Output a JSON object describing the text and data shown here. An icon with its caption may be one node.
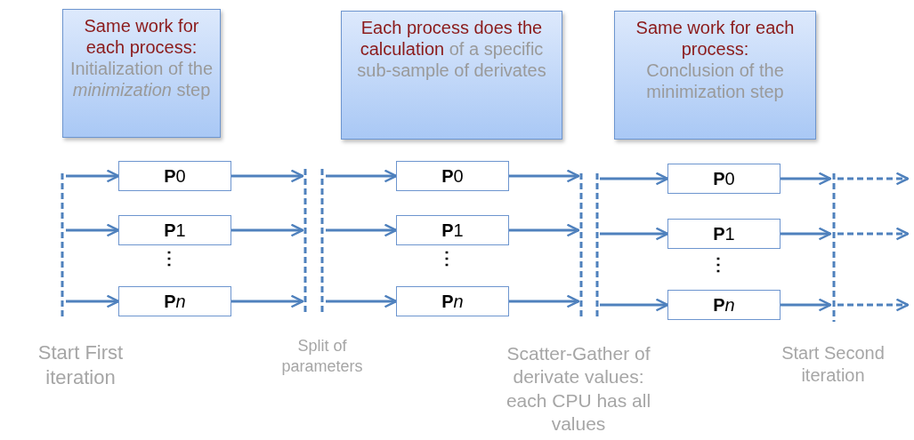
{
  "diagram": {
    "nodes": [
      {
        "text": [
          "Same work for each process:",
          "Initialization of the *minimization* step"
        ]
      },
      {
        "text": [
          "Each process does the calculation",
          "of a specific sub-sample of derivates"
        ]
      },
      {
        "text": [
          "Same work for each process:",
          "Conclusion of the minimization step"
        ]
      },
      {
        "text": [],
        "shape": "bar",
        "beside": [
          "Start First iteration"
        ]
      },
      {
        "text": [
          "P0"
        ]
      },
      {
        "text": [
          "P1"
        ]
      },
      {
        "text": [
          "Pn"
        ]
      },
      {
        "text": [],
        "shape": "bar",
        "beside": [
          "Split of parameters"
        ]
      },
      {
        "text": [
          "P0"
        ]
      },
      {
        "text": [
          "P1"
        ]
      },
      {
        "text": [
          "Pn"
        ]
      },
      {
        "text": [],
        "shape": "bar",
        "beside": [
          "Scatter-Gather of derivate values: each CPU has all values"
        ]
      },
      {
        "text": [
          "P0"
        ]
      },
      {
        "text": [
          "P1"
        ]
      },
      {
        "text": [
          "Pn"
        ]
      },
      {
        "text": [],
        "shape": "bar",
        "beside": [
          "Start Second iteration"
        ]
      }
    ],
    "edges": [
      {
        "from": 3,
        "to": 4,
        "arrow": "to"
      },
      {
        "from": 3,
        "to": 5,
        "arrow": "to"
      },
      {
        "from": 3,
        "to": 6,
        "arrow": "to"
      },
      {
        "from": 4,
        "to": 7,
        "arrow": "to"
      },
      {
        "from": 5,
        "to": 7,
        "arrow": "to"
      },
      {
        "from": 6,
        "to": 7,
        "arrow": "to"
      },
      {
        "from": 7,
        "to": 8,
        "arrow": "to"
      },
      {
        "from": 7,
        "to": 9,
        "arrow": "to"
      },
      {
        "from": 7,
        "to": 10,
        "arrow": "to"
      },
      {
        "from": 8,
        "to": 11,
        "arrow": "to"
      },
      {
        "from": 9,
        "to": 11,
        "arrow": "to"
      },
      {
        "from": 10,
        "to": 11,
        "arrow": "to"
      },
      {
        "from": 11,
        "to": 12,
        "arrow": "to"
      },
      {
        "from": 11,
        "to": 13,
        "arrow": "to"
      },
      {
        "from": 11,
        "to": 14,
        "arrow": "to"
      },
      {
        "from": 12,
        "to": 15,
        "arrow": "to"
      },
      {
        "from": 13,
        "to": 15,
        "arrow": "to"
      },
      {
        "from": 14,
        "to": 15,
        "arrow": "to"
      },
      {
        "from": 15,
        "to": null,
        "arrow": "to",
        "style": "dashed"
      },
      {
        "from": 15,
        "to": null,
        "arrow": "to",
        "style": "dashed"
      },
      {
        "from": 15,
        "to": null,
        "arrow": "to",
        "style": "dashed"
      }
    ],
    "labels": [
      "⋮",
      "⋮",
      "⋮"
    ]
  }
}
